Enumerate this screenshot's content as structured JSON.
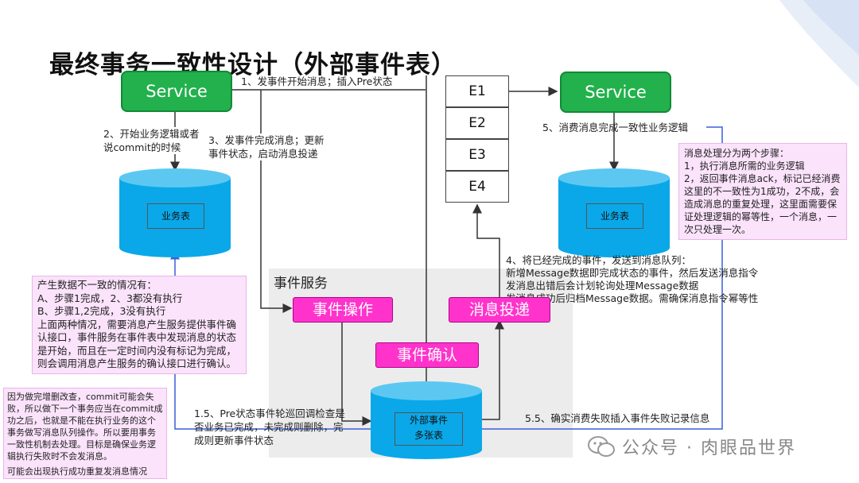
{
  "title": "最终事务一致性设计（外部事件表）",
  "services": {
    "left": "Service",
    "right": "Service"
  },
  "dbs": {
    "left": "业务表",
    "right": "业务表",
    "events": "外部事件\n多张表"
  },
  "event_table": [
    "E1",
    "E2",
    "E3",
    "E4"
  ],
  "event_service": {
    "label": "事件服务",
    "op": "事件操作",
    "deliver": "消息投递",
    "confirm": "事件确认"
  },
  "steps": {
    "s1": "1、发事件开始消息；插入Pre状态",
    "s2": "2、开始业务逻辑或者说commit的时候",
    "s3": "3、发事件完成消息；更新事件状态，启动消息投递",
    "s4": "4、将已经完成的事件，发送到消息队列：\n新增Message数据即完成状态的事件，然后发送消息指令\n发消息出错后会计划轮询处理Message数据\n发消息成功后归档Message数据。需确保消息指令幂等性",
    "s5": "5、消费消息完成一致性业务逻辑",
    "s15": "1.5、Pre状态事件轮巡回调检查是否业务已完成，未完成则删除，完成则更新事件状态",
    "s55": "5.5、确实消费失败插入事件失败记录信息"
  },
  "notes": {
    "right": "消息处理分为两个步骤：\n1，执行消息所需的业务逻辑\n2，返回事件消息ack，标记已经消费\n这里的不一致性为1成功，2不成，会造成消息的重复处理，这里面需要保证处理逻辑的幂等性，一个消息，一次只处理一次。",
    "left": "产生数据不一致的情况有：\nA、步骤1完成，2、3都没有执行\nB、步骤1,2完成，3没有执行\n上面两种情况，需要消息产生服务提供事件确认接口，事件服务在事件表中发现消息的状态是开始，而且在一定时间内没有标记为完成，则会调用消息产生服务的确认接口进行确认。",
    "bottom": "因为做完增删改查，commit可能会失败，所以做下一个事务应当在commit成功之后，也就是不能在执行业务的这个事务做写消息队列操作。所以要用事务一致性机制去处理。目标是确保业务逻辑执行失败时不会发消息。",
    "bottom2": "可能会出现执行成功重复发消息情况"
  },
  "watermark": "公众号 · 肉眼品世界"
}
